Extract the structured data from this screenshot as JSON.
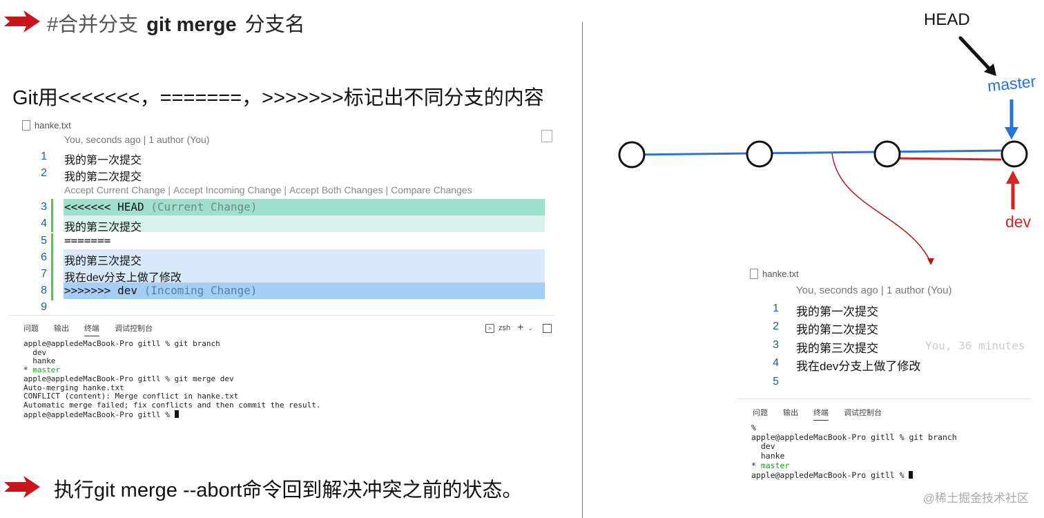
{
  "slide": {
    "title_hash": "#合并分支",
    "title_cmd": "git merge",
    "title_suffix": "分支名",
    "subtitle": "Git用<<<<<<<，=======，>>>>>>>标记出不同分支的内容",
    "bottom_note": "执行git merge --abort命令回到解决冲突之前的状态。",
    "watermark": "@稀土掘金技术社区",
    "arrow_color": "#c8141b"
  },
  "left_editor": {
    "file_name": "hanke.txt",
    "blame": "You, seconds ago | 1 author (You)",
    "codelens": [
      "Accept Current Change",
      "Accept Incoming Change",
      "Accept Both Changes",
      "Compare Changes"
    ],
    "lines": [
      {
        "n": "1",
        "text": "我的第一次提交",
        "kind": "plain"
      },
      {
        "n": "2",
        "text": "我的第二次提交",
        "kind": "plain"
      },
      {
        "n": "3",
        "text": "<<<<<<< HEAD",
        "extra": "(Current Change)",
        "kind": "current-marker"
      },
      {
        "n": "4",
        "text": "我的第三次提交",
        "kind": "current"
      },
      {
        "n": "5",
        "text": "=======",
        "kind": "plain"
      },
      {
        "n": "6",
        "text": "我的第三次提交",
        "kind": "incoming"
      },
      {
        "n": "7",
        "text": "我在dev分支上做了修改",
        "kind": "incoming"
      },
      {
        "n": "8",
        "text": ">>>>>>> dev",
        "extra": "(Incoming Change)",
        "kind": "incoming-marker"
      },
      {
        "n": "9",
        "text": "",
        "kind": "plain"
      }
    ],
    "terminal_tabs": [
      "问题",
      "输出",
      "终端",
      "调试控制台"
    ],
    "active_tab": "终端",
    "shell": "zsh",
    "terminal": {
      "l1": "apple@appledeMacBook-Pro gitll % git branch",
      "l2": "  dev",
      "l3": "  hanke",
      "l4_star": "* ",
      "l4_branch": "master",
      "l5": "apple@appledeMacBook-Pro gitll % git merge dev",
      "l6": "Auto-merging hanke.txt",
      "l7": "CONFLICT (content): Merge conflict in hanke.txt",
      "l8": "Automatic merge failed; fix conflicts and then commit the result.",
      "l9": "apple@appledeMacBook-Pro gitll % "
    },
    "colors": {
      "current_marker": "#9fe0cc",
      "current": "#d9f3ec",
      "incoming": "#d8e9fb",
      "incoming_marker": "#a7cdf5"
    }
  },
  "diagram": {
    "head_label": "HEAD",
    "master_label": "master",
    "dev_label": "dev",
    "master_color": "#2b73d6",
    "dev_color": "#d42525"
  },
  "right_editor": {
    "file_name": "hanke.txt",
    "blame": "You, seconds ago | 1 author (You)",
    "lines": [
      {
        "n": "1",
        "text": "我的第一次提交"
      },
      {
        "n": "2",
        "text": "我的第二次提交"
      },
      {
        "n": "3",
        "text": "我的第三次提交",
        "ghost": "You, 36 minutes"
      },
      {
        "n": "4",
        "text": "我在dev分支上做了修改"
      },
      {
        "n": "5",
        "text": ""
      }
    ],
    "terminal_tabs": [
      "问题",
      "输出",
      "终端",
      "调试控制台"
    ],
    "active_tab": "终端",
    "terminal": {
      "l0": "%",
      "l1": "apple@appledeMacBook-Pro gitll % git branch",
      "l2": "  dev",
      "l3": "  hanke",
      "l4_star": "* ",
      "l4_branch": "master",
      "l5": "apple@appledeMacBook-Pro gitll % "
    }
  }
}
